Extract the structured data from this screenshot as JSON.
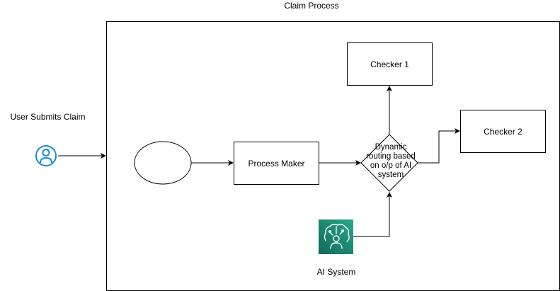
{
  "container": {
    "title": "Claim Process"
  },
  "user": {
    "label": "User Submits Claim",
    "icon": "user-circle-icon",
    "color": "#1a8ad4"
  },
  "process_maker": {
    "label": "Process Maker"
  },
  "decision": {
    "label": "Dynamic routing based on o/p of AI system"
  },
  "checker1": {
    "label": "Checker 1"
  },
  "checker2": {
    "label": "Checker 2"
  },
  "ai_system": {
    "label": "AI System",
    "icon": "ai-brain-icon",
    "color": "#1b7c6d"
  }
}
